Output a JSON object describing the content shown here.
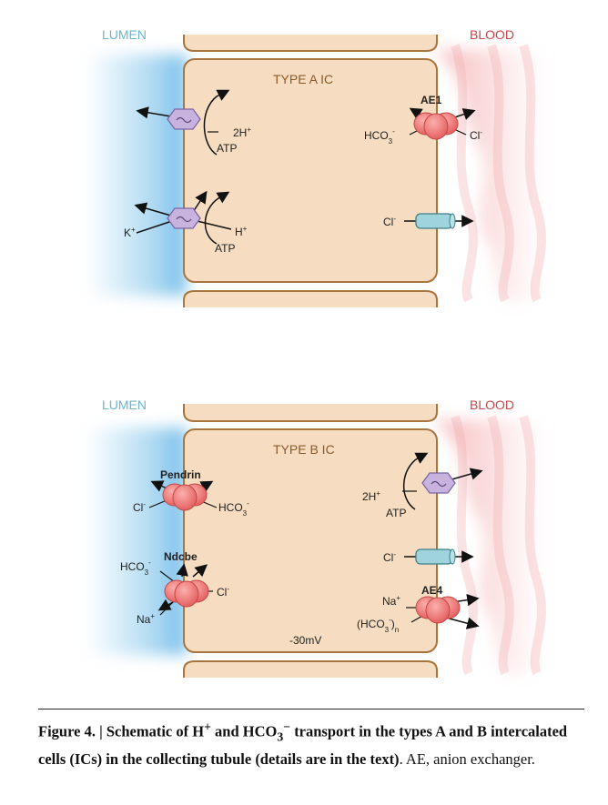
{
  "panels": {
    "a": {
      "lumen": "LUMEN",
      "blood": "BLOOD",
      "title": "TYPE A IC",
      "atpase1": {
        "ion": "2H",
        "ion_sup": "+",
        "atp": "ATP"
      },
      "atpase2": {
        "ion_left": "K",
        "ion_left_sup": "+",
        "ion_right": "H",
        "ion_right_sup": "+",
        "atp": "ATP"
      },
      "ae1": {
        "name": "AE1",
        "left": "HCO",
        "left_sub": "3",
        "left_sup": "-",
        "right": "Cl",
        "right_sup": "-"
      },
      "channel": {
        "ion": "Cl",
        "ion_sup": "-"
      }
    },
    "b": {
      "lumen": "LUMEN",
      "blood": "BLOOD",
      "title": "TYPE B IC",
      "pendrin": {
        "name": "Pendrin",
        "left": "Cl",
        "left_sup": "-",
        "right": "HCO",
        "right_sub": "3",
        "right_sup": "-"
      },
      "ndcbe": {
        "name": "Ndcbe",
        "hco": "HCO",
        "hco_sub": "3",
        "hco_sup": "-",
        "na": "Na",
        "na_sup": "+",
        "cl": "Cl",
        "cl_sup": "-"
      },
      "atpase": {
        "ion": "2H",
        "ion_sup": "+",
        "atp": "ATP"
      },
      "channel": {
        "ion": "Cl",
        "ion_sup": "-"
      },
      "ae4": {
        "name": "AE4",
        "na": "Na",
        "na_sup": "+",
        "hco": "(HCO",
        "hco_sub": "3",
        "hco_sup": "-",
        "hco_close": ")",
        "hco_n": "n"
      },
      "voltage": "-30mV"
    }
  },
  "caption": {
    "p1": "Figure 4.",
    "p2": " | Schematic of H",
    "p2_sup": "+",
    "p3": " and HCO",
    "p3_sub": "3",
    "p3_sup": "−",
    "p4": " transport in the types A and B intercalated cells (ICs) in the collecting tubule (details are in the text)",
    "p5": ". AE, anion exchanger."
  },
  "colors": {
    "cell_fill": "#f6dcc0",
    "cell_stroke": "#a9753f",
    "lumen_glow": "#7ec3ea",
    "blood_glow": "#f2a0a2",
    "exchanger": "#ee6f6f",
    "atpase": "#c7b3de",
    "channel": "#9fd4dc"
  }
}
